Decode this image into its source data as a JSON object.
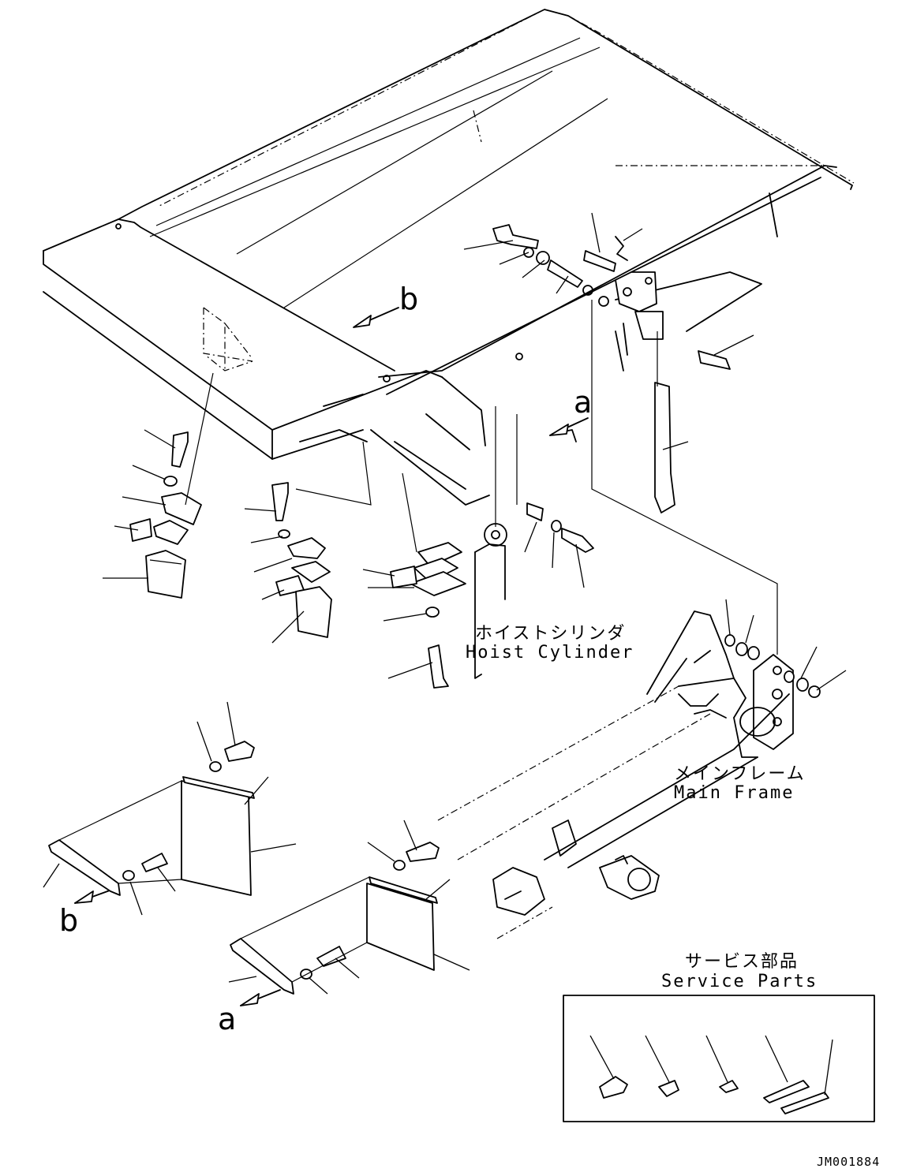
{
  "labels": {
    "hoist_cylinder_jp": "ホイストシリンダ",
    "hoist_cylinder_en": "Hoist Cylinder",
    "main_frame_jp": "メインフレーム",
    "main_frame_en": "Main Frame",
    "service_parts_jp": "サービス部品",
    "service_parts_en": "Service Parts",
    "view_a_upper": "a",
    "view_a_lower": "a",
    "view_b_upper": "b",
    "view_b_lower": "b",
    "drawing_code": "JM001884"
  }
}
